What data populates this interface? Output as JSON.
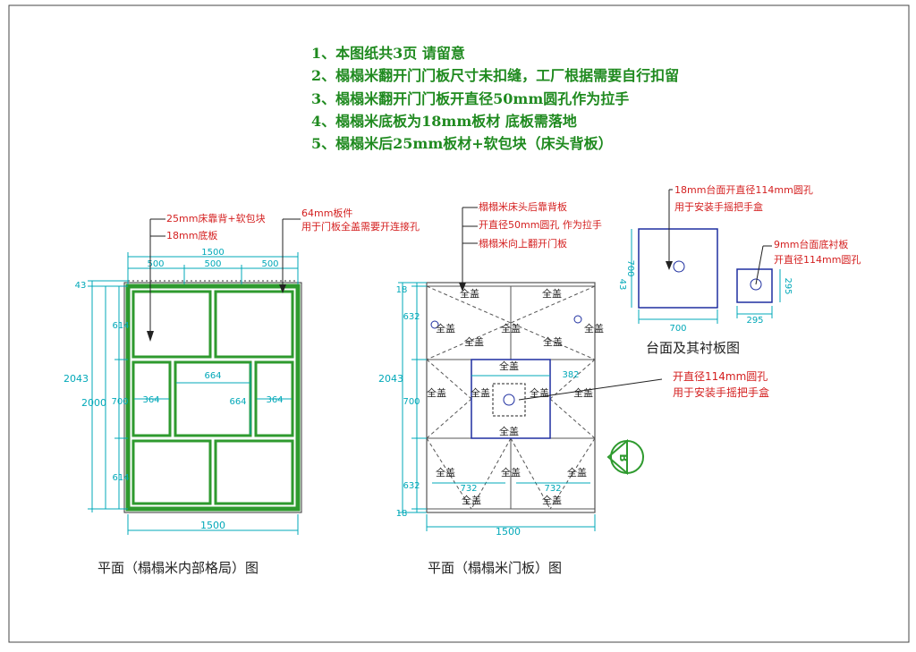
{
  "notes": [
    "1、本图纸共3页 请留意",
    "2、榻榻米翻开门门板尺寸未扣缝，工厂根据需要自行扣留",
    "3、榻榻米翻开门门板开直径50mm圆孔作为拉手",
    "4、榻榻米底板为18mm板材 底板需落地",
    "5、榻榻米后25mm板材+软包块（床头背板）"
  ],
  "captions": {
    "left": "平面（榻榻米内部格局）图",
    "middle": "平面（榻榻米门板）图",
    "right": "台面及其衬板图"
  },
  "left_plan": {
    "callouts": {
      "back": "25mm床靠背+软包块",
      "bottom": "18mm底板",
      "panel": "64mm板件",
      "panel_note": "用于门板全盖需要开连接孔"
    },
    "dims": {
      "total_width": "1500",
      "seg_a": "500",
      "seg_b": "500",
      "seg_c": "500",
      "top_gap": "43",
      "total_height": "2043",
      "inner_height": "2000",
      "row_top": "614",
      "row_mid": "700",
      "row_bot": "614",
      "cell_left": "364",
      "cell_center": "664",
      "cell_center_v": "664",
      "cell_right": "364",
      "bottom_width": "1500"
    }
  },
  "mid_plan": {
    "callouts": {
      "back": "榻榻米床头后靠背板",
      "hole": "开直径50mm圆孔 作为拉手",
      "flip": "榻榻米向上翻开门板"
    },
    "dims": {
      "top": "18",
      "upper": "632",
      "total": "2043",
      "mid": "700",
      "lower": "632",
      "bottom": "18",
      "width": "1500",
      "inner_w1": "732",
      "inner_w2": "732",
      "inner_right": "382"
    },
    "cover_label": "全盖",
    "hole_callout": "开直径114mm圆孔",
    "hole_note": "用于安装手摇把手盒"
  },
  "right_plan": {
    "callout1": "18mm台面开直径114mm圆孔",
    "callout1_note": "用于安装手摇把手盒",
    "callout2": "9mm台面底衬板",
    "callout2_note": "开直径114mm圆孔",
    "top_w": "700",
    "top_h": "700",
    "top_h_small": "43",
    "sub_w": "295",
    "sub_h": "295",
    "marker": "B"
  },
  "colors": {
    "dim": "#00a8b8",
    "annot": "#d41f1f",
    "green": "#2e9a2e",
    "panel": "#1f2fa0",
    "black": "#222222"
  }
}
